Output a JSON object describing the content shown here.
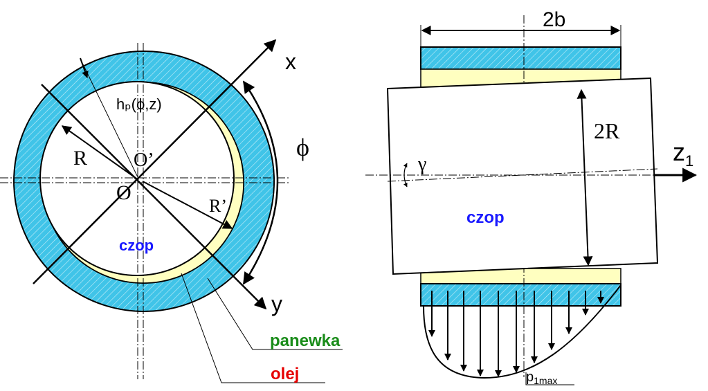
{
  "left_view": {
    "axis_x": "x",
    "axis_y": "y",
    "angle_phi": "ϕ",
    "film_thickness": "hₚ(ϕ,z)",
    "radius_R": "R",
    "radius_R_prime": "R’",
    "center_O": "O",
    "center_O_prime": "O’",
    "journal_label": "czop",
    "bearing_label": "panewka",
    "oil_label": "olej"
  },
  "right_view": {
    "width_label": "2b",
    "diameter_label": "2R",
    "axis_z": "z",
    "axis_z_sub": "1",
    "tilt_angle": "γ",
    "journal_label": "czop",
    "pressure_label": "p",
    "pressure_sub": "1max"
  },
  "colors": {
    "bushing": "#40c4e8",
    "oil": "#ffffc0",
    "journal_text": "#1a1aff",
    "bearing_text": "#1a8c1a",
    "oil_text": "#e60000",
    "lines": "#000000"
  }
}
